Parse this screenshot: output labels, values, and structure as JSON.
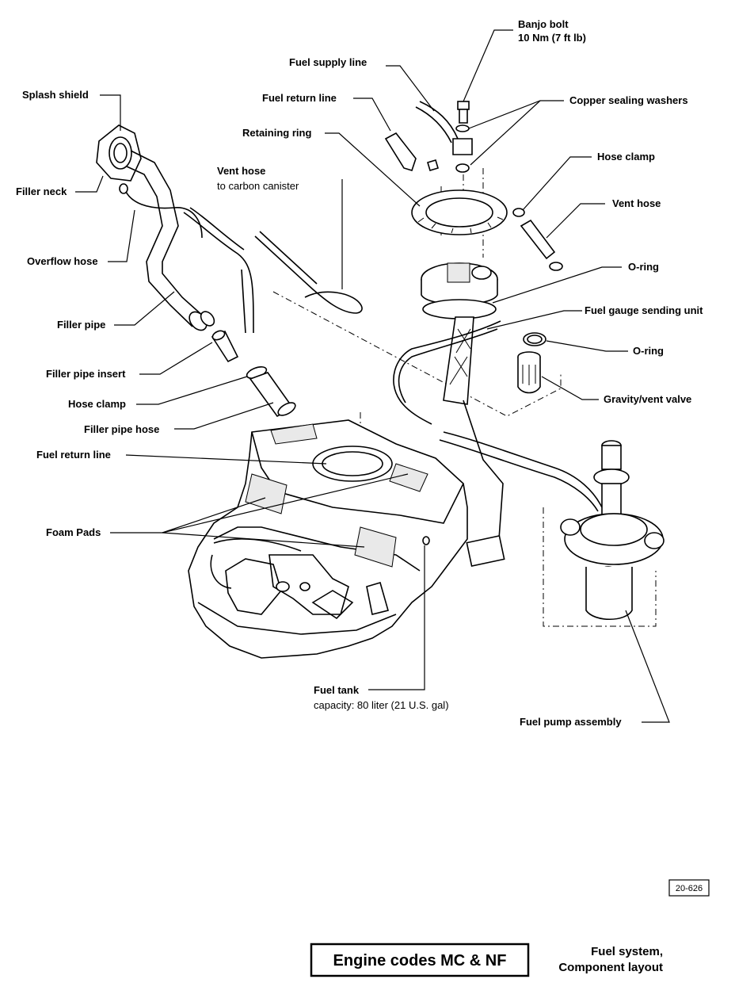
{
  "labels": {
    "banjo_bolt": "Banjo bolt",
    "banjo_torque": "10 Nm (7 ft lb)",
    "fuel_supply_line": "Fuel supply line",
    "copper_sealing_washers": "Copper sealing washers",
    "splash_shield": "Splash shield",
    "fuel_return_line_top": "Fuel return line",
    "retaining_ring": "Retaining ring",
    "hose_clamp_right": "Hose clamp",
    "vent_hose_canister": "Vent hose",
    "vent_hose_canister_sub": "to carbon canister",
    "vent_hose_right": "Vent hose",
    "filler_neck": "Filler neck",
    "o_ring_top": "O-ring",
    "overflow_hose": "Overflow hose",
    "fuel_gauge_sending_unit": "Fuel gauge sending unit",
    "filler_pipe": "Filler pipe",
    "o_ring_bottom": "O-ring",
    "filler_pipe_insert": "Filler pipe insert",
    "gravity_vent_valve": "Gravity/vent valve",
    "hose_clamp_left": "Hose clamp",
    "filler_pipe_hose": "Filler pipe hose",
    "fuel_return_line_left": "Fuel return line",
    "foam_pads": "Foam Pads",
    "fuel_tank": "Fuel tank",
    "fuel_tank_capacity": "capacity: 80 liter (21 U.S. gal)",
    "fuel_pump_assembly": "Fuel pump assembly"
  },
  "figure_ref": "20-626",
  "engine_codes": "Engine codes MC & NF",
  "section_title_line1": "Fuel system,",
  "section_title_line2": "Component layout"
}
